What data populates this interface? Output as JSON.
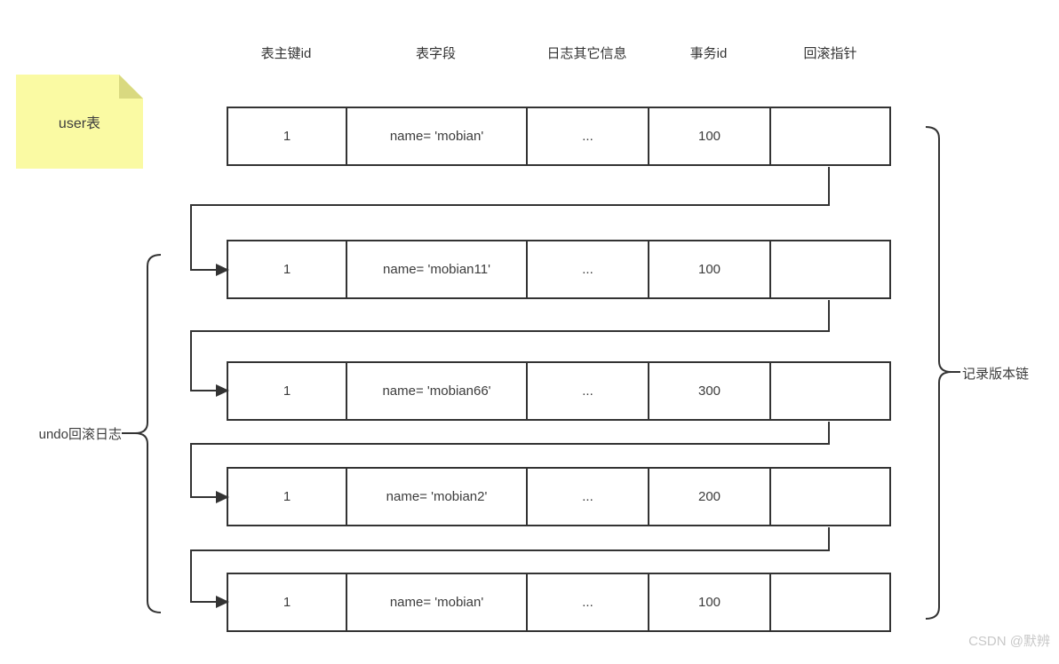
{
  "note": {
    "label": "user表"
  },
  "columns": [
    {
      "label": "表主键id"
    },
    {
      "label": "表字段"
    },
    {
      "label": "日志其它信息"
    },
    {
      "label": "事务id"
    },
    {
      "label": "回滚指针"
    }
  ],
  "rows": [
    {
      "id": "1",
      "field": "name= 'mobian'",
      "other": "...",
      "trx": "100",
      "ptr": ""
    },
    {
      "id": "1",
      "field": "name= 'mobian11'",
      "other": "...",
      "trx": "100",
      "ptr": ""
    },
    {
      "id": "1",
      "field": "name= 'mobian66'",
      "other": "...",
      "trx": "300",
      "ptr": ""
    },
    {
      "id": "1",
      "field": "name= 'mobian2'",
      "other": "...",
      "trx": "200",
      "ptr": ""
    },
    {
      "id": "1",
      "field": "name= 'mobian'",
      "other": "...",
      "trx": "100",
      "ptr": ""
    }
  ],
  "labels": {
    "left_brace": "undo回滚日志",
    "right_brace": "记录版本链"
  },
  "watermark": "CSDN @默辨",
  "colors": {
    "line": "#333333",
    "note_bg": "#fafaa3",
    "note_fold": "#d9d980",
    "text": "#3c3c3c",
    "watermark": "#c8c8c8"
  }
}
